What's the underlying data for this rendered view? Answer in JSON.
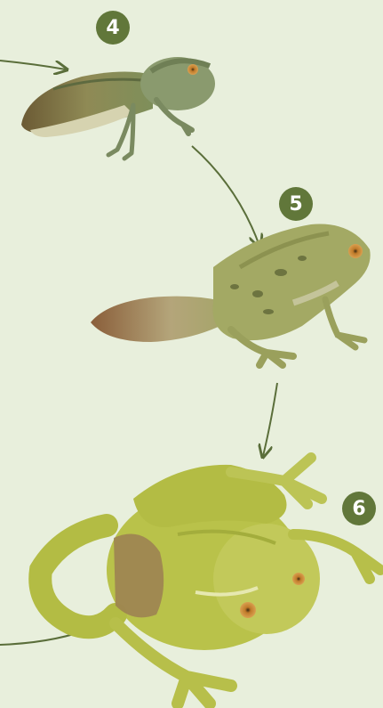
{
  "diagram": {
    "stages": [
      {
        "number": "4",
        "depicts": "tadpole-with-hind-legs"
      },
      {
        "number": "5",
        "depicts": "froglet-with-tail"
      },
      {
        "number": "6",
        "depicts": "adult-frog"
      }
    ],
    "colors": {
      "background": "#e8efdc",
      "badge": "#61773a",
      "badge_text": "#ffffff",
      "arrow": "#5a6e3a",
      "tadpole_body": "#8a9a6e",
      "froglet_body": "#a3a964",
      "adult_body": "#b9c24a"
    }
  }
}
